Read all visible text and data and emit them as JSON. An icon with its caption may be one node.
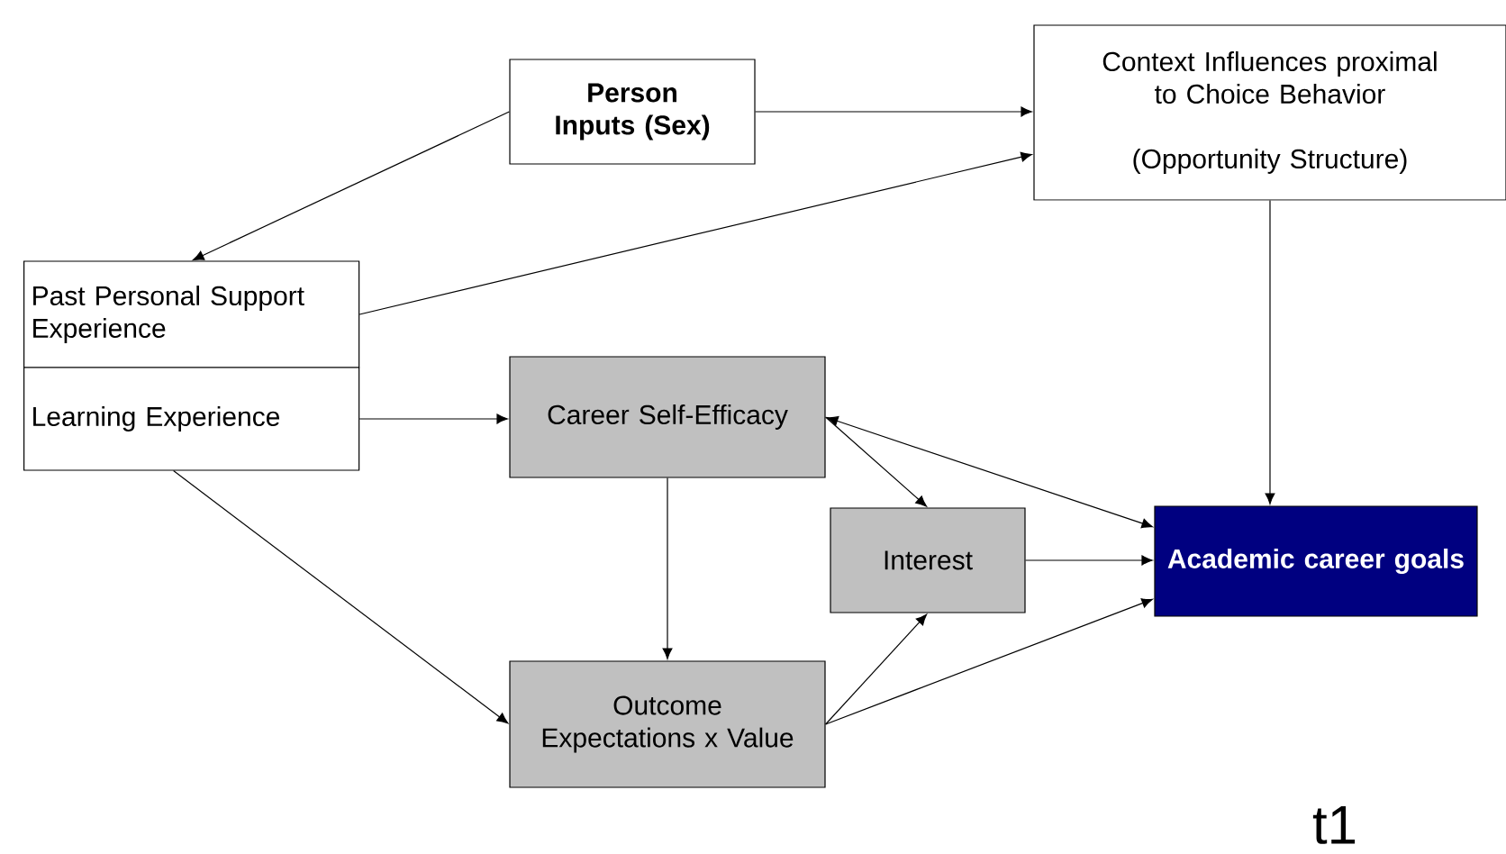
{
  "diagram": {
    "nodes": [
      {
        "text": [
          "Person Inputs (Sex)"
        ]
      },
      {
        "text": [
          "Context Influences proximal to Choice Behavior",
          "(Opportunity Structure)"
        ]
      },
      {
        "text": [
          "Past Personal Support Experience"
        ]
      },
      {
        "text": [
          "Learning Experience"
        ]
      },
      {
        "text": [
          "Career Self-Efficacy"
        ]
      },
      {
        "text": [
          "Interest"
        ]
      },
      {
        "text": [
          "Outcome Expectations x Value"
        ]
      },
      {
        "text": [
          "Academic career goals"
        ]
      }
    ],
    "edges": [
      {
        "from": 0,
        "to": 2,
        "arrow": "to"
      },
      {
        "from": 0,
        "to": 1,
        "arrow": "to"
      },
      {
        "from": 2,
        "to": 1,
        "arrow": "to"
      },
      {
        "from": 3,
        "to": 4,
        "arrow": "to"
      },
      {
        "from": 3,
        "to": 6,
        "arrow": "to"
      },
      {
        "from": 4,
        "to": 6,
        "arrow": "to"
      },
      {
        "from": 4,
        "to": 5,
        "arrow": "to"
      },
      {
        "from": 4,
        "to": 7,
        "arrow": "both"
      },
      {
        "from": 5,
        "to": 7,
        "arrow": "to"
      },
      {
        "from": 6,
        "to": 5,
        "arrow": "to"
      },
      {
        "from": 6,
        "to": 7,
        "arrow": "to"
      },
      {
        "from": 1,
        "to": 7,
        "arrow": "to"
      }
    ],
    "labels": [
      "t1"
    ]
  }
}
